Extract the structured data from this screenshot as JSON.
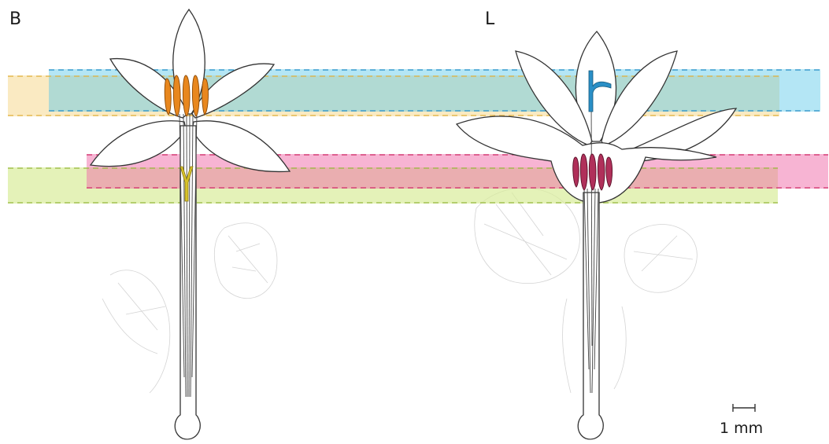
{
  "panels": {
    "left_label": "B",
    "right_label": "L"
  },
  "scale_bar": {
    "label": "1 mm"
  },
  "colors": {
    "anther_orange": "#e8871e",
    "anther_magenta": "#b0305a",
    "stigma_yellow": "#d8c22a",
    "stigma_blue": "#2a8fc6",
    "band_blue": "#58c8e8",
    "band_yellow": "#f5d890",
    "band_magenta": "#f06aa8",
    "band_green": "#d8ec9a",
    "band_tan": "#cfc4a8",
    "outline": "#333333"
  }
}
